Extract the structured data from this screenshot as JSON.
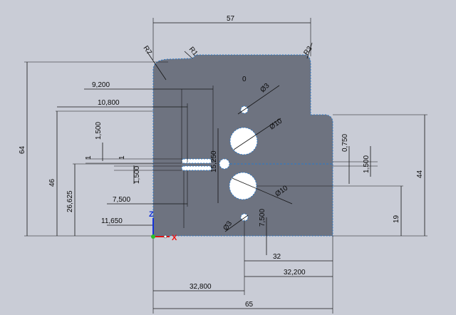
{
  "sketch": {
    "label_origin": "0",
    "axes": {
      "x": "X",
      "z": "Z",
      "x_color": "#e01010",
      "z_color": "#1533d8"
    },
    "colors": {
      "background": "#c9ccd6",
      "part_fill": "#6e7380",
      "sketch_edge": "#2a78c8"
    },
    "dimensions": {
      "top_width": "57",
      "bottom_width": "65",
      "overall_height": "64",
      "height_46": "46",
      "height_26": "26,625",
      "right_44": "44",
      "right_19": "19",
      "d_9200": "9,200",
      "d_10800": "10,800",
      "d_7500_left": "7,500",
      "d_11650": "11,650",
      "d_1500_a": "1,500",
      "d_1500_b": "1,500",
      "d_1_a": "1",
      "d_1_b": "1",
      "d_15250": "15,250",
      "d_0750": "0,750",
      "d_1500_right": "1,500",
      "d_7500_center": "7,500",
      "d_32": "32",
      "d_32200": "32,200",
      "d_32800": "32,800",
      "radius_r7": "R7",
      "radius_r1": "R1",
      "radius_r3": "R3",
      "dia_10_top": "Ø10",
      "dia_10_bottom": "Ø10",
      "dia_3_top": "Ø3",
      "dia_3_bottom": "Ø3"
    }
  }
}
